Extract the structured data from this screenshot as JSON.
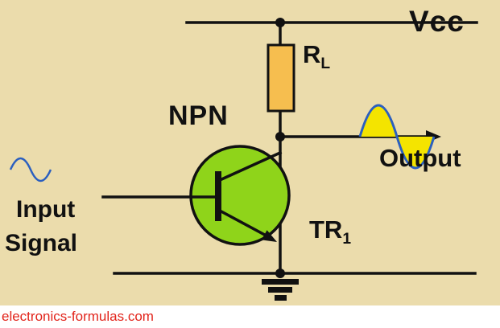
{
  "page": {
    "background": "#EBDCAC",
    "footer_background": "#FFFFFF"
  },
  "labels": {
    "vcc": "Vcc",
    "resistor_main": "R",
    "resistor_sub": "L",
    "npn": "NPN",
    "output": "Output",
    "transistor_main": "TR",
    "transistor_sub": "1",
    "input_line1": "Input",
    "input_line2": "Signal"
  },
  "footer": {
    "watermark": "electronics-formulas.com",
    "watermark_color": "#E2241B"
  },
  "colors": {
    "wire": "#111111",
    "resistor_fill": "#F6BE4F",
    "resistor_border": "#111111",
    "transistor_fill": "#8FD41A",
    "transistor_border": "#111111",
    "sine_stroke": "#2B5FBF",
    "output_sine_fill": "#F4E400",
    "text": "#111111"
  }
}
